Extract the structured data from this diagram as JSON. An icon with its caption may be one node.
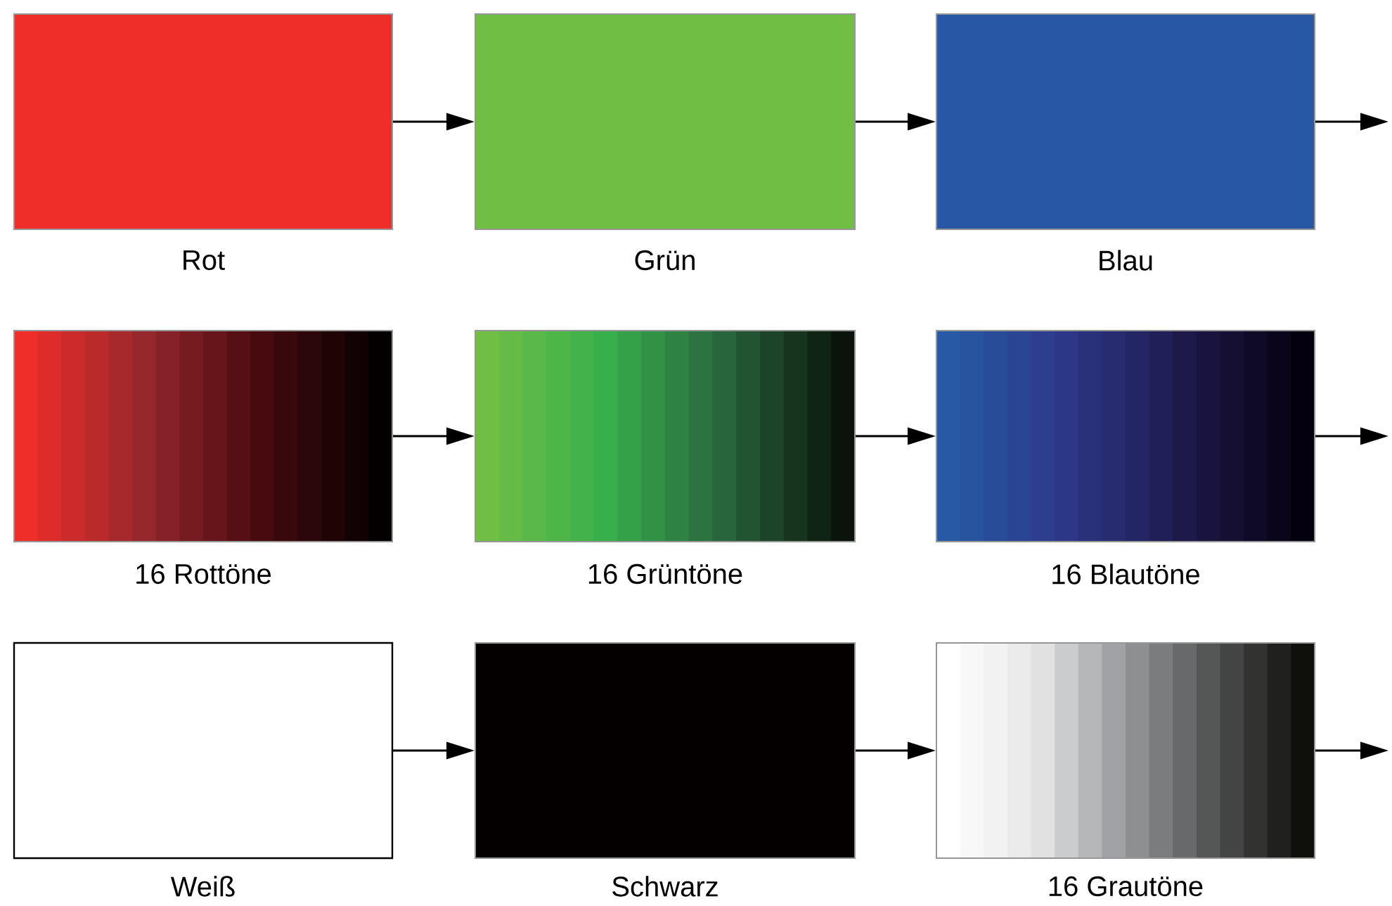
{
  "diagram": {
    "nodes": [
      {
        "text": [
          "Rot"
        ]
      },
      {
        "text": [
          "Grün"
        ]
      },
      {
        "text": [
          "Blau"
        ]
      },
      {
        "text": [
          "16 Rottöne"
        ]
      },
      {
        "text": [
          "16 Grüntöne"
        ]
      },
      {
        "text": [
          "16 Blautöne"
        ]
      },
      {
        "text": [
          "Weiß"
        ]
      },
      {
        "text": [
          "Schwarz"
        ]
      },
      {
        "text": [
          "16 Grautöne"
        ]
      }
    ],
    "edges": [
      {
        "from": 0,
        "to": 1,
        "arrow": "to"
      },
      {
        "from": 1,
        "to": 2,
        "arrow": "to"
      },
      {
        "from": 2,
        "to": null,
        "arrow": "to"
      },
      {
        "from": 3,
        "to": 4,
        "arrow": "to"
      },
      {
        "from": 4,
        "to": 5,
        "arrow": "to"
      },
      {
        "from": 5,
        "to": null,
        "arrow": "to"
      },
      {
        "from": 6,
        "to": 7,
        "arrow": "to"
      },
      {
        "from": 7,
        "to": 8,
        "arrow": "to"
      },
      {
        "from": 8,
        "to": null,
        "arrow": "to"
      }
    ]
  }
}
